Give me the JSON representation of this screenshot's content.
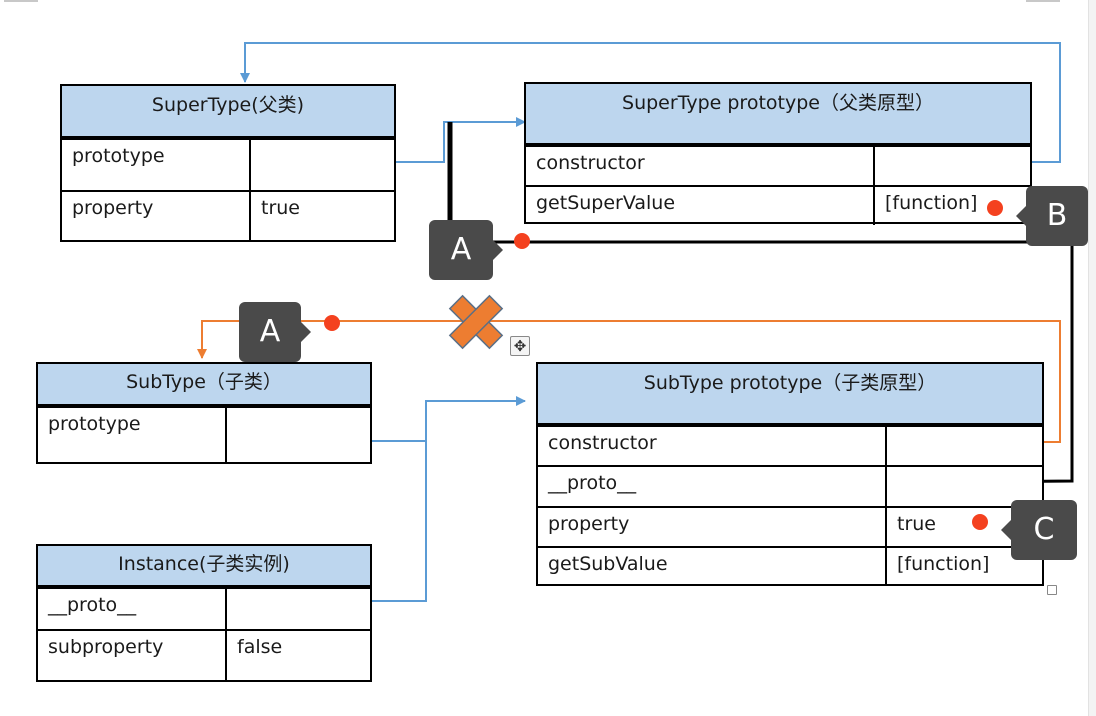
{
  "colors": {
    "header_fill": "#bdd6ee",
    "blue_connector": "#5b9bd5",
    "orange_connector": "#ed7d31",
    "black_connector": "#000000",
    "marker_dot": "#f4411f",
    "callout_fill": "#4a4a4a"
  },
  "tables": {
    "supertype": {
      "title": "SuperType(父类)",
      "rows": [
        {
          "key": "prototype",
          "value": ""
        },
        {
          "key": "property",
          "value": "true"
        }
      ]
    },
    "supertype_prototype": {
      "title": "SuperType prototype（父类原型）",
      "rows": [
        {
          "key": "constructor",
          "value": ""
        },
        {
          "key": "getSuperValue",
          "value": "[function]"
        }
      ]
    },
    "subtype": {
      "title": "SubType（子类）",
      "rows": [
        {
          "key": "prototype",
          "value": ""
        }
      ]
    },
    "subtype_prototype": {
      "title": "SubType prototype（子类原型）",
      "rows": [
        {
          "key": "constructor",
          "value": ""
        },
        {
          "key": "__proto__",
          "value": ""
        },
        {
          "key": "property",
          "value": "true"
        },
        {
          "key": "getSubValue",
          "value": "[function]"
        }
      ]
    },
    "instance": {
      "title": "Instance(子类实例)",
      "rows": [
        {
          "key": "__proto__",
          "value": ""
        },
        {
          "key": "subproperty",
          "value": "false"
        }
      ]
    }
  },
  "callouts": {
    "a_top": "A",
    "a_mid": "A",
    "b": "B",
    "c": "C"
  },
  "icons": {
    "cross": "cross-mark-icon",
    "move": "move-handle-icon",
    "move_glyph": "✥"
  }
}
